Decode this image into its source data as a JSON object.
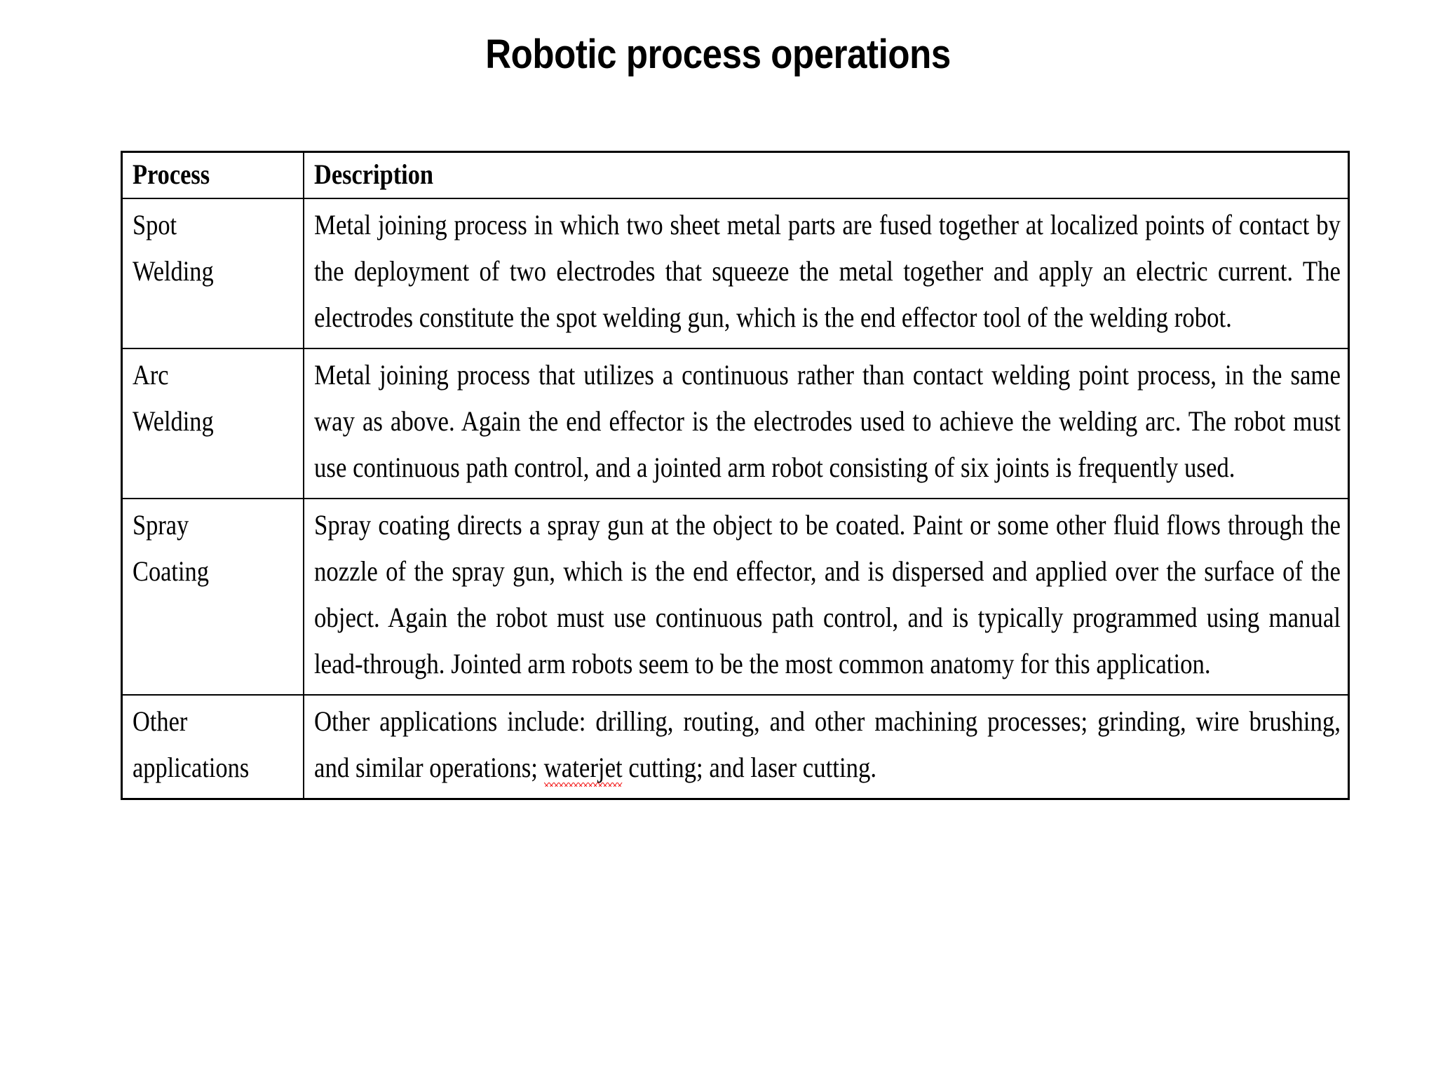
{
  "slide": {
    "title": "Robotic process operations",
    "background_color": "#ffffff",
    "text_color": "#000000",
    "spellcheck_underline_color": "#f21616"
  },
  "table": {
    "headers": {
      "process": "Process",
      "description": "Description"
    },
    "rows": [
      {
        "process": "Spot\nWelding",
        "description_pre": "Metal joining process in which two sheet metal parts are fused together at localized points of contact by the deployment of two electrodes that squeeze the metal together and apply an electric current. The electrodes constitute the spot welding gun, which is the end effector tool of the welding robot.",
        "spell_error_word": "",
        "description_post": ""
      },
      {
        "process": "Arc\nWelding",
        "description_pre": "Metal joining process that utilizes a continuous rather than contact welding point process, in the same way as above. Again the end effector is the electrodes used to achieve the welding arc. The robot must use continuous path control, and a jointed arm robot consisting of six joints is frequently used.",
        "spell_error_word": "",
        "description_post": ""
      },
      {
        "process": "Spray\nCoating",
        "description_pre": "Spray coating directs a spray gun at the object to be coated. Paint or some other fluid flows through the nozzle of the spray gun, which is the end effector, and is dispersed and applied over the surface of the object. Again the robot must use continuous path control, and is typically programmed using manual lead-through. Jointed arm robots seem to be the most common anatomy for this application.",
        "spell_error_word": "",
        "description_post": ""
      },
      {
        "process": "Other\napplications",
        "description_pre": "Other applications include: drilling, routing, and other machining processes; grinding, wire brushing, and similar operations; ",
        "spell_error_word": "waterjet",
        "description_post": " cutting; and laser cutting."
      }
    ]
  }
}
